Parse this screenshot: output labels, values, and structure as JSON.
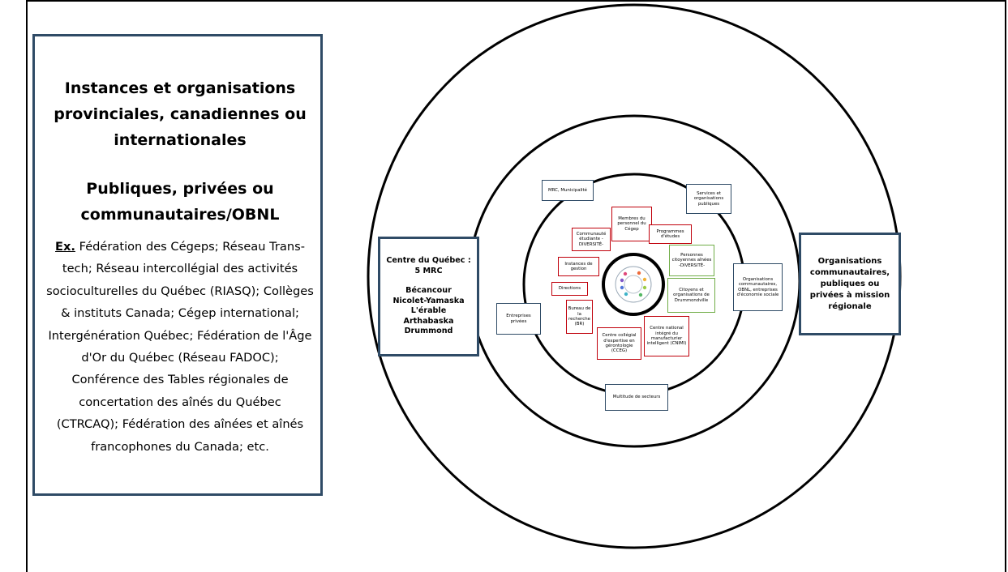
{
  "left_panel": {
    "title": "Instances et organisations provinciales, canadiennes ou internationales",
    "subtitle": "Publiques, privées ou communautaires/OBNL",
    "ex_label": "Ex.",
    "examples": " Fédération des Cégeps; Réseau Trans-tech; Réseau intercollégial des activités socioculturelles du Québec (RIASQ); Collèges & instituts Canada; Cégep international; Intergénération Québec; Fédération de l'Âge d'Or du Québec (Réseau FADOC); Conférence des Tables régionales de concertation des aînés du Québec (CTRCAQ); Fédération des aînées et aînés francophones du Canada; etc."
  },
  "region_box": {
    "line1": "Centre du Québec :",
    "line2": "5 MRC",
    "mrc_list": [
      "Bécancour",
      "Nicolet-Yamaska",
      "L'érable",
      "Arthabaska",
      "Drummond"
    ]
  },
  "right_box": {
    "text": "Organisations communautaires, publiques ou privées à mission régionale"
  },
  "ring2_labels": {
    "mrc": "MRC, Municipalité",
    "services": "Services et organisations publiques",
    "organisations": "Organisations communautaires, OBNL, entreprises d'économie sociale",
    "entreprises": "Entreprises privées",
    "multitude": "Multitude de secteurs"
  },
  "ring3_labels": {
    "membres": "Membres du personnel du Cégep",
    "communaute": "Communauté étudiante -DIVERSITÉ-",
    "programmes": "Programmes d'études",
    "personnes": "Personnes citoyennes aînées -DIVERSITÉ-",
    "instances": "Instances de gestion",
    "citoyens": "Citoyens et organisations de Drummondville",
    "directions": "Directions",
    "bureau": "Bureau de la recherche (BR)",
    "cnimi": "Centre national intégré du manufacturier intelligent (CNIMI)",
    "cceg": "Centre collégial d'expertise en gérontologie (CCEG)"
  },
  "colors": {
    "dark_blue": "#2f4b66",
    "red": "#c0000b",
    "green": "#70ad47"
  }
}
